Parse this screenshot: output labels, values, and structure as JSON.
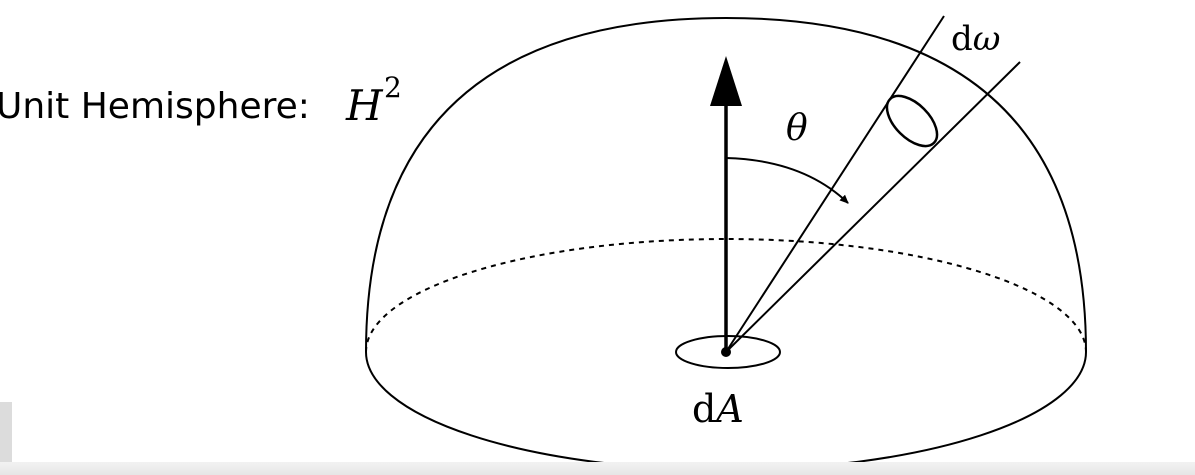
{
  "labels": {
    "hemisphere_prefix": "Unit Hemisphere: ",
    "hemisphere_symbol": "H",
    "hemisphere_exponent": "2",
    "theta": "θ",
    "domega_d": "d",
    "domega_omega": "ω",
    "dA_d": "d",
    "dA_A": "A"
  }
}
